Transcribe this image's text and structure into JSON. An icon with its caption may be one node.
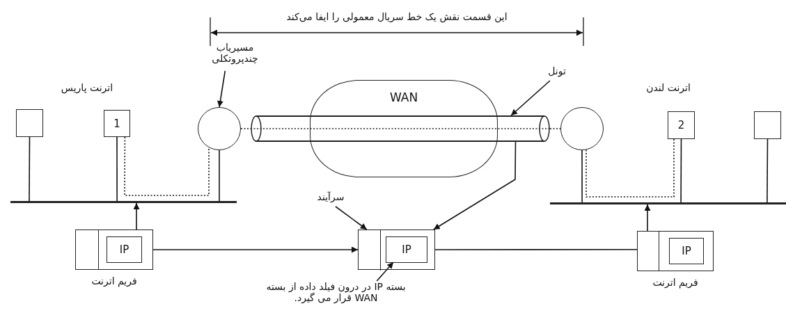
{
  "diagram": {
    "nodes": [
      {
        "text": [
          "مسیریاب چندپروتکلی"
        ]
      },
      {
        "text": [
          "تونل"
        ]
      },
      {
        "text": [],
        "shape": "box"
      },
      {
        "text": [
          "1"
        ]
      },
      {
        "text": [],
        "shape": "circle"
      },
      {
        "text": [],
        "shape": "cylinder"
      },
      {
        "text": [
          "WAN"
        ]
      },
      {
        "text": [],
        "shape": "circle"
      },
      {
        "text": [
          "2"
        ]
      },
      {
        "text": [],
        "shape": "box"
      },
      {
        "text": [],
        "shape": "bar"
      },
      {
        "text": [],
        "shape": "bar"
      },
      {
        "text": [
          "سرآیند"
        ]
      },
      {
        "text": [],
        "shape": "box",
        "beside": [
          "فریم اترنت"
        ]
      },
      {
        "text": [
          "IP"
        ],
        "in": 13
      },
      {
        "text": [],
        "shape": "box"
      },
      {
        "text": [],
        "shape": "box",
        "in": 15
      },
      {
        "text": [
          "IP"
        ],
        "in": 15
      },
      {
        "text": [],
        "shape": "box",
        "beside": [
          "فریم اترنت"
        ]
      },
      {
        "text": [
          "IP"
        ],
        "in": 18
      },
      {
        "text": [
          "بسته IP در درون فیلد داده از بسته WAN قرار می گیرد."
        ]
      }
    ],
    "edges": [
      {
        "from": 2,
        "to": 10,
        "arrow": "none"
      },
      {
        "from": 3,
        "to": 10,
        "arrow": "none"
      },
      {
        "from": 4,
        "to": 10,
        "arrow": "none"
      },
      {
        "from": 7,
        "to": 11,
        "arrow": "none"
      },
      {
        "from": 8,
        "to": 11,
        "arrow": "none"
      },
      {
        "from": 9,
        "to": 11,
        "arrow": "none"
      },
      {
        "from": 3,
        "to": 4,
        "arrow": "none",
        "style": "dashed"
      },
      {
        "from": 4,
        "to": 5,
        "arrow": "none",
        "style": "dashed"
      },
      {
        "from": 5,
        "to": 7,
        "arrow": "none",
        "style": "dashed"
      },
      {
        "from": 7,
        "to": 8,
        "arrow": "none",
        "style": "dashed"
      },
      {
        "from": 0,
        "to": 4,
        "arrow": "to"
      },
      {
        "from": 1,
        "to": 5,
        "arrow": "to"
      },
      {
        "from": 5,
        "to": 15,
        "arrow": "to"
      },
      {
        "from": 12,
        "to": 16,
        "arrow": "to"
      },
      {
        "from": 20,
        "to": 17,
        "arrow": "to"
      },
      {
        "from": 13,
        "to": 10,
        "arrow": "to"
      },
      {
        "from": 13,
        "to": 15,
        "arrow": "to"
      },
      {
        "from": 15,
        "to": 18,
        "arrow": "none"
      },
      {
        "from": 18,
        "to": 11,
        "arrow": "to"
      }
    ],
    "labels": [
      "این قسمت نقش یک خط سریال معمولی را ایفا می‌کند",
      "اترنت پاریس",
      "اترنت لندن"
    ]
  }
}
